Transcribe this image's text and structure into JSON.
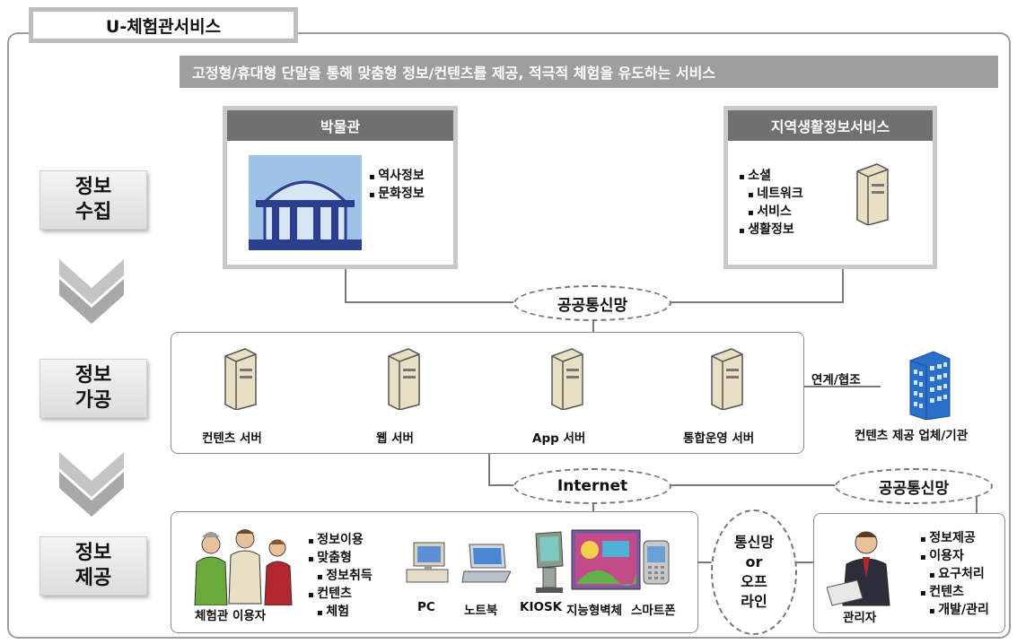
{
  "title": "U-체험관서비스",
  "banner": "고정형/휴대형 단말을 통해 맞춤형 정보/컨텐츠를 제공, 적극적 체험을 유도하는 서비스",
  "stages": [
    {
      "line1": "정보",
      "line2": "수집"
    },
    {
      "line1": "정보",
      "line2": "가공"
    },
    {
      "line1": "정보",
      "line2": "제공"
    }
  ],
  "museum": {
    "title": "박물관",
    "bullets": [
      "역사정보",
      "문화정보"
    ]
  },
  "local": {
    "title": "지역생활정보서비스",
    "bullets": [
      "소셜",
      "네트워크",
      "서비스",
      "생활정보"
    ]
  },
  "networks": {
    "public_top": "공공통신망",
    "internet": "Internet",
    "public_right": "공공통신망",
    "offline": [
      "통신망",
      "or",
      "오프",
      "라인"
    ]
  },
  "servers": [
    "컨텐츠 서버",
    "웹 서버",
    "App 서버",
    "통합운영 서버"
  ],
  "partner": {
    "link": "연계/협조",
    "label": "컨텐츠 제공 업체/기관"
  },
  "users": {
    "label": "체험관 이용자",
    "bullets": [
      "정보이용",
      "맞춤형",
      "정보취득",
      "컨텐츠",
      "체험"
    ]
  },
  "devices": [
    "PC",
    "노트북",
    "KIOSK",
    "지능형벽체",
    "스마트폰"
  ],
  "admin": {
    "label": "관리자",
    "bullets": [
      "정보제공",
      "이용자",
      "요구처리",
      "컨텐츠",
      "개발/관리"
    ]
  },
  "colors": {
    "banner_bg": "#9e9e9e",
    "panel_head": "#707070",
    "arrow": "#b5b5b5",
    "building": "#2a6fc9"
  }
}
